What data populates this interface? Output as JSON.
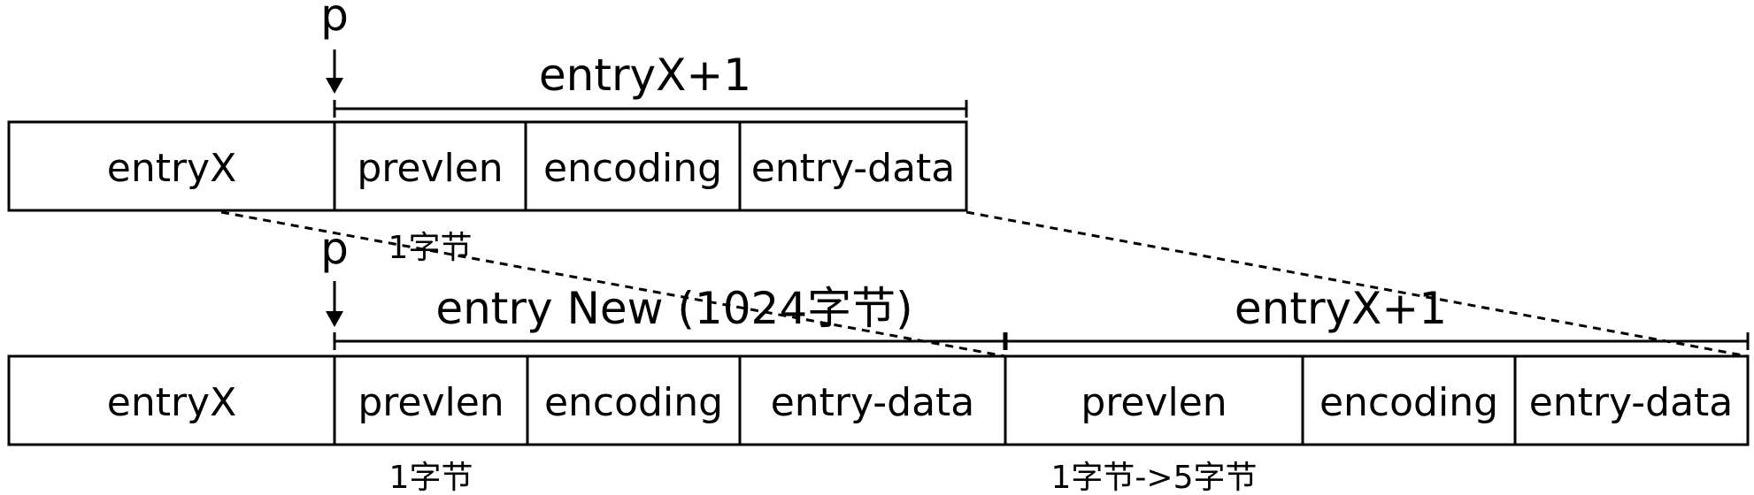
{
  "top_row": {
    "pointer_label": "p",
    "brace_label": "entryX+1",
    "cells": [
      "entryX",
      "prevlen",
      "encoding",
      "entry-data"
    ],
    "size_note": "1字节"
  },
  "bottom_row": {
    "pointer_label": "p",
    "new_entry_label": "entry New (1024字节)",
    "next_entry_label": "entryX+1",
    "cells": [
      "entryX",
      "prevlen",
      "encoding",
      "entry-data",
      "prevlen",
      "encoding",
      "entry-data"
    ],
    "size_note_new": "1字节",
    "size_note_next": "1字节->5字节"
  }
}
